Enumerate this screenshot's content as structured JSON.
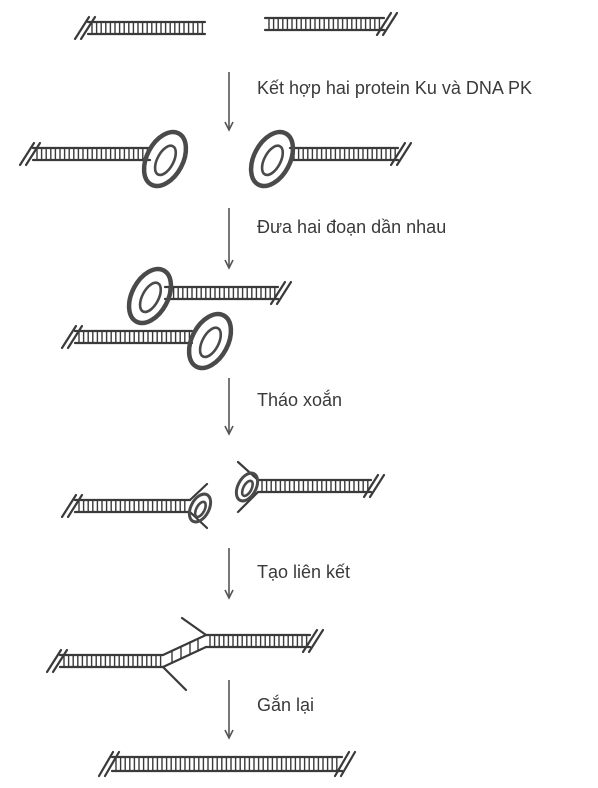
{
  "steps": [
    {
      "label": "Kết hợp hai protein Ku và DNA PK"
    },
    {
      "label": "Đưa hai đoạn dần nhau"
    },
    {
      "label": "Tháo xoắn"
    },
    {
      "label": "Tạo liên kết"
    },
    {
      "label": "Gắn lại"
    }
  ],
  "colors": {
    "ink": "#3a3a3a",
    "protein": "#4a4a4a"
  },
  "icons": [
    "dna-double-strand",
    "ku-protein-ring",
    "down-arrow"
  ]
}
